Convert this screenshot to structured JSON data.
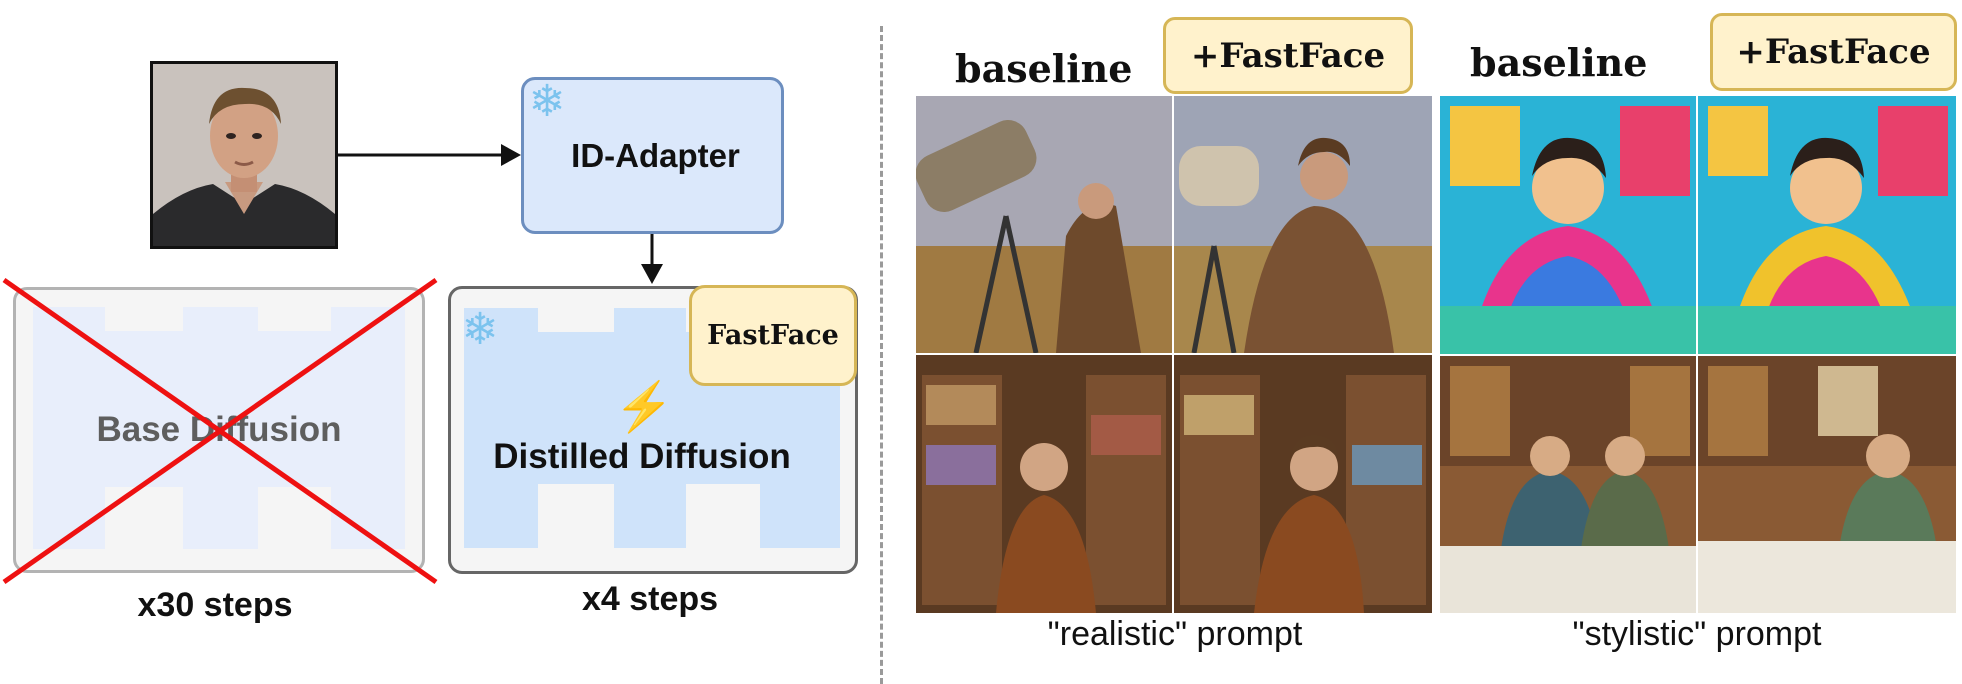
{
  "pipeline": {
    "id_adapter_label": "ID-Adapter",
    "base_diffusion_label": "Base Diffusion",
    "distilled_diffusion_label": "Distilled Diffusion",
    "fastface_badge": "FastFace",
    "base_steps": "x30 steps",
    "distilled_steps": "x4 steps",
    "frozen_icon": "snowflake-icon",
    "fast_icon": "lightning-icon",
    "cross_color": "#ee1111"
  },
  "comparison": {
    "realistic": {
      "baseline_label": "baseline",
      "fastface_label": "+FastFace",
      "caption": "\"realistic\" prompt"
    },
    "stylistic": {
      "baseline_label": "baseline",
      "fastface_label": "+FastFace",
      "caption": "\"stylistic\" prompt"
    }
  },
  "colors": {
    "adapter_fill": "#dbe8fb",
    "adapter_border": "#6c8ebf",
    "badge_fill": "#fff2cc",
    "badge_border": "#d6b656"
  }
}
